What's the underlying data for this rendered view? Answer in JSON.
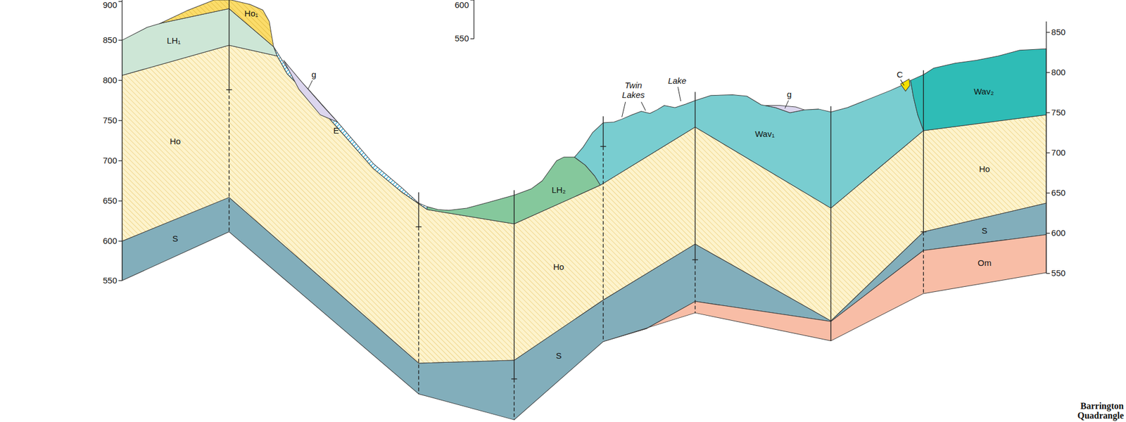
{
  "diagram": {
    "labels": [
      "900",
      "850",
      "800",
      "750",
      "700",
      "650",
      "600",
      "550",
      "600",
      "550",
      "850",
      "800",
      "750",
      "700",
      "650",
      "600",
      "550",
      "Ho₁",
      "LH₁",
      "g",
      "Ho",
      "S",
      "E",
      "LH₂",
      "Ho",
      "S",
      "Twin Lakes",
      "Lake",
      "Wav₁",
      "g",
      "C",
      "Wav₂",
      "Ho",
      "S",
      "Om",
      "Barrington Quadrangle"
    ]
  }
}
